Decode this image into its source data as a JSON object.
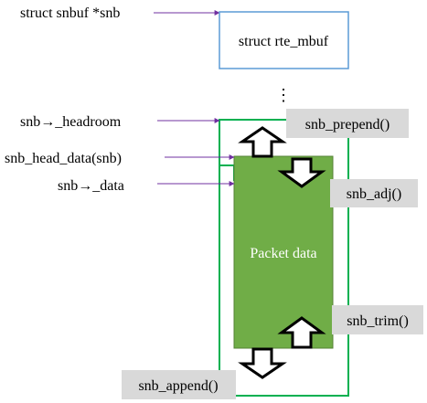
{
  "labels": {
    "snb_pointer": "struct snbuf *snb",
    "headroom": "snb→_headroom",
    "head_data": "snb_head_data(snb)",
    "data_ptr": "snb→_data"
  },
  "mbuf_box": {
    "label": "struct rte_mbuf"
  },
  "ellipsis": "⋮",
  "packet": {
    "label": "Packet data"
  },
  "operations": {
    "prepend": "snb_prepend()",
    "adj": "snb_adj()",
    "trim": "snb_trim()",
    "append": "snb_append()"
  },
  "colors": {
    "pointer_arrow": "#7030a0",
    "mbuf_border": "#5b9bd5",
    "buffer_border": "#00b050",
    "packet_fill": "#70ad47",
    "packet_border": "#548235",
    "op_box_fill": "#d9d9d9",
    "big_arrow_stroke": "#000000",
    "big_arrow_fill": "#ffffff"
  }
}
